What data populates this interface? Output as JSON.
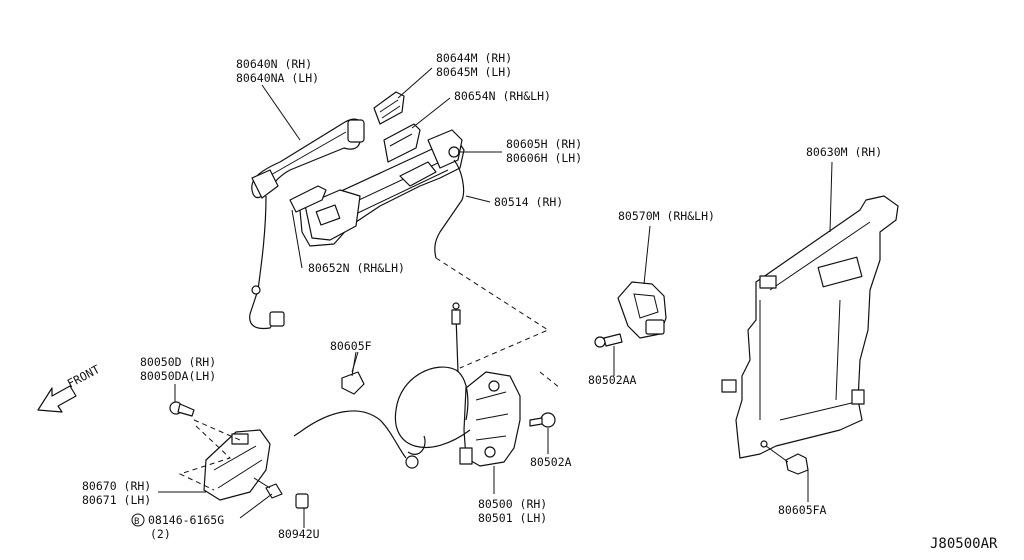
{
  "labels": {
    "handle_outer": [
      "80640N  (RH)",
      "80640NA (LH)"
    ],
    "escutcheon": [
      "80644M (RH)",
      "80645M (LH)"
    ],
    "gasket_top": "80654N (RH&LH)",
    "bracket": [
      "80605H (RH)",
      "80606H (LH)"
    ],
    "rod": "80514 (RH)",
    "gasket_bottom": "80652N (RH&LH)",
    "striker": "80570M (RH&LH)",
    "striker_bolt": "80502AA",
    "panel": "80630M (RH)",
    "panel_clip": "80605FA",
    "cable_clip": "80605F",
    "handle_bolt": [
      "80050D  (RH)",
      "80050DA(LH)"
    ],
    "inside_handle": [
      "80670 (RH)",
      "80671 (LH)"
    ],
    "bolt_ref": "08146-6165G",
    "bolt_qty": "(2)",
    "bolt_ref_symbol": "B",
    "cap": "80942U",
    "lock": [
      "80500 (RH)",
      "80501 (LH)"
    ],
    "lock_bolt": "80502A",
    "front": "FRONT",
    "diagram_id": "J80500AR"
  },
  "colors": {
    "line": "#111111",
    "background": "#ffffff"
  }
}
